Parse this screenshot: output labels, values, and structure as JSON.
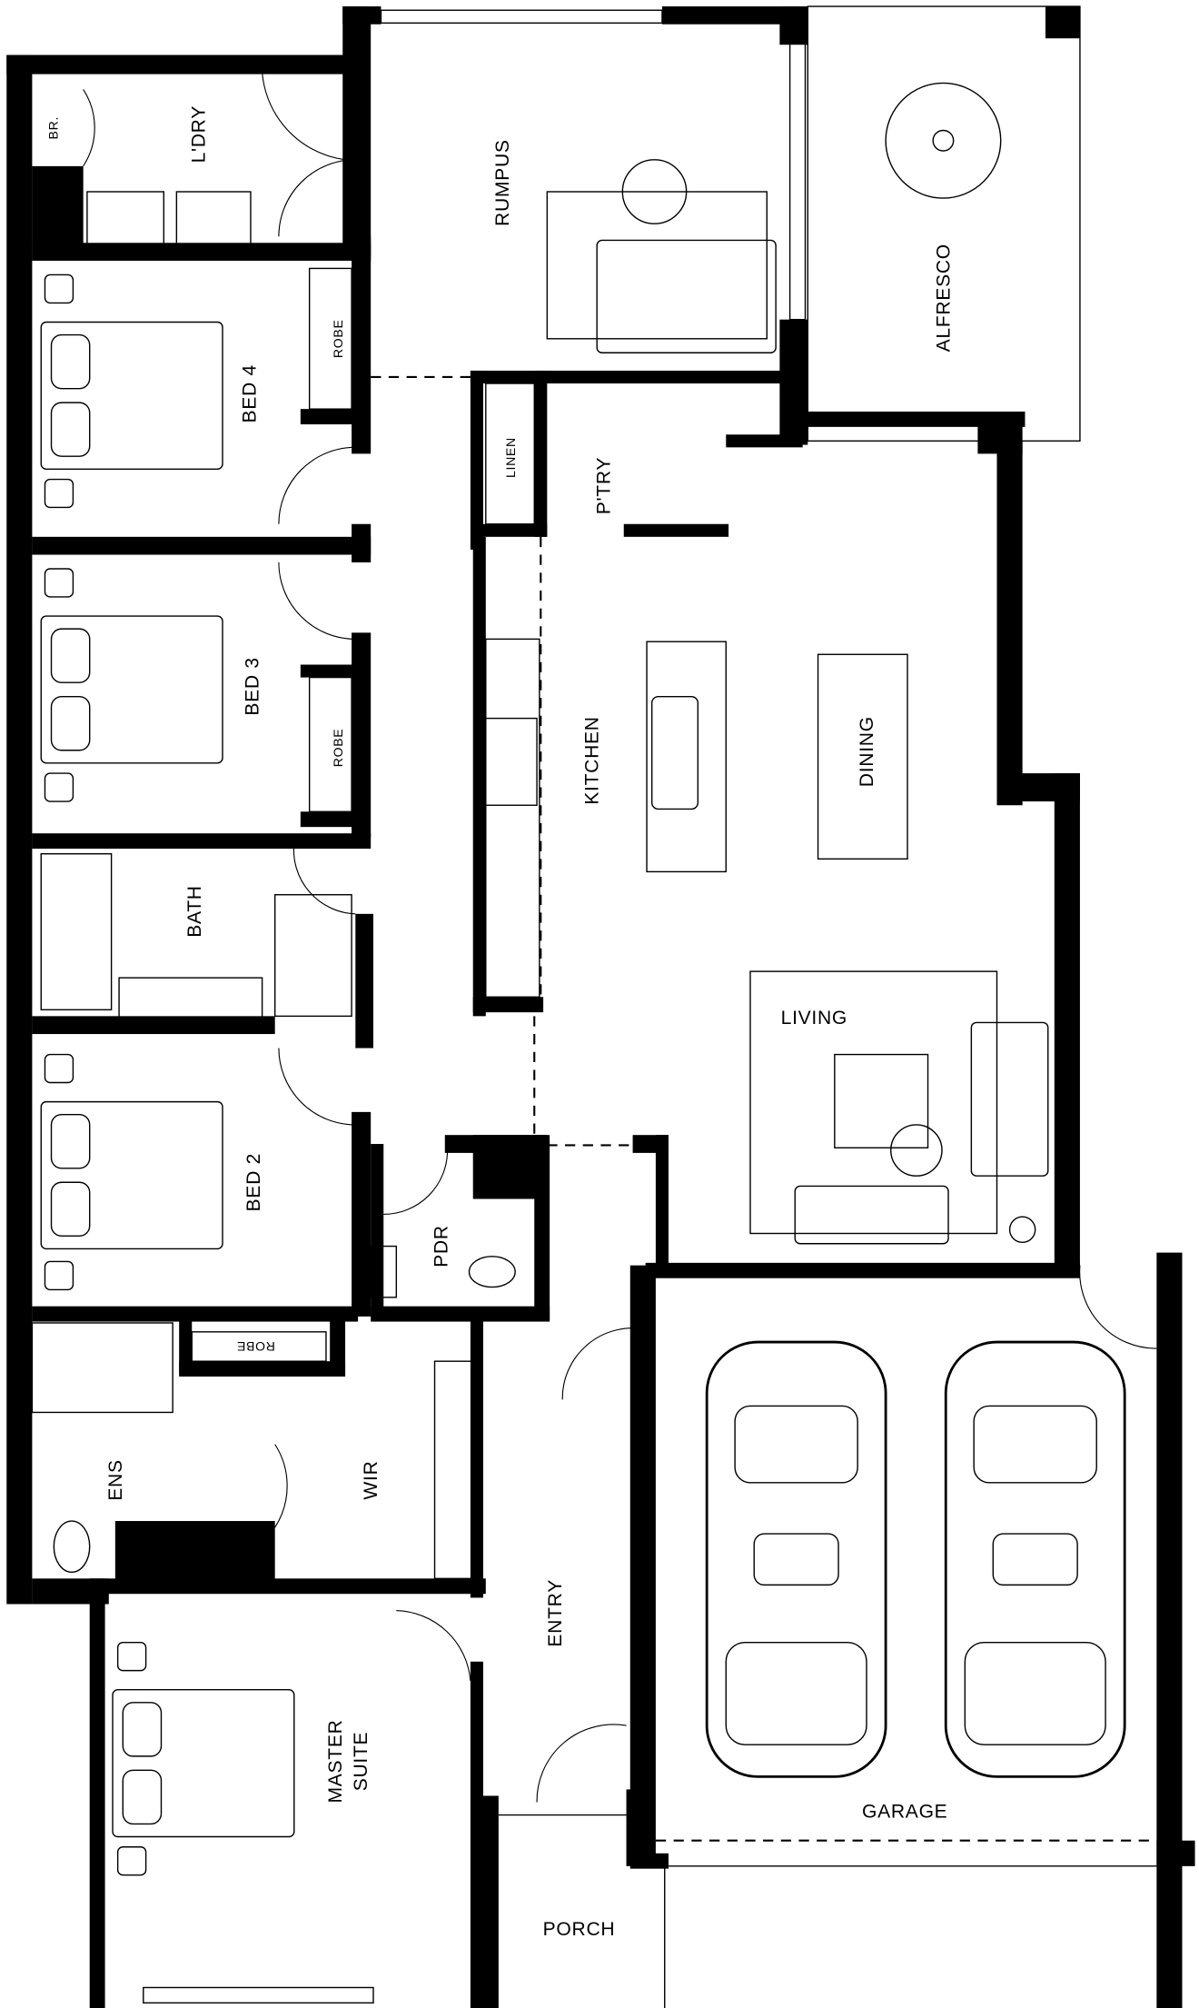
{
  "rooms": {
    "br": "BR.",
    "laundry": "L'DRY",
    "rumpus": "RUMPUS",
    "alfresco": "ALFRESCO",
    "bed4": "BED 4",
    "robe4": "ROBE",
    "linen": "LINEN",
    "pantry": "P'TRY",
    "bed3": "BED 3",
    "robe3": "ROBE",
    "kitchen": "KITCHEN",
    "dining": "DINING",
    "bath": "BATH",
    "living": "LIVING",
    "bed2": "BED 2",
    "pdr": "PDR",
    "robe_ens": "ROBE",
    "ens": "ENS",
    "wir": "WIR",
    "entry": "ENTRY",
    "master_line1": "MASTER",
    "master_line2": "SUITE",
    "garage": "GARAGE",
    "porch": "PORCH"
  }
}
